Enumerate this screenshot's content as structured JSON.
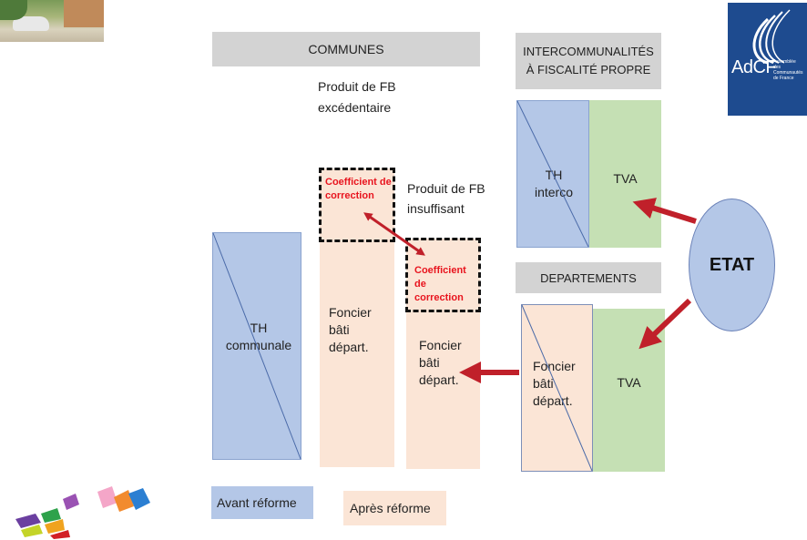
{
  "headers": {
    "communes": "COMMUNES",
    "interco_line1": "INTERCOMMUNALITÉS",
    "interco_line2": "À FISCALITÉ PROPRE",
    "departements": "DEPARTEMENTS"
  },
  "communes": {
    "produit_excedentaire_line1": "Produit de FB",
    "produit_excedentaire_line2": "excédentaire",
    "produit_insuffisant_line1": "Produit de FB",
    "produit_insuffisant_line2": "insuffisant",
    "coef_line1": "Coefficient de",
    "coef_line2": "correction",
    "th_line1": "TH",
    "th_line2": "communale",
    "foncier_line1": "Foncier",
    "foncier_line2": "bâti",
    "foncier_line3": "départ."
  },
  "interco": {
    "th_line1": "TH",
    "th_line2": "interco",
    "tva": "TVA"
  },
  "departements": {
    "foncier_line1": "Foncier",
    "foncier_line2": "bâti",
    "foncier_line3": "départ.",
    "tva": "TVA"
  },
  "etat": "ETAT",
  "legend": {
    "avant": "Avant réforme",
    "apres": "Après réforme"
  },
  "logo": {
    "text": "AdCF",
    "subtext": "Assemblée des Communautés de France"
  },
  "colors": {
    "blue": "#b4c7e7",
    "peach": "#fbe5d6",
    "green": "#c5e0b4",
    "header_gray": "#d3d3d3",
    "arrow_red": "#c0202a",
    "coef_red": "#e8141e"
  }
}
